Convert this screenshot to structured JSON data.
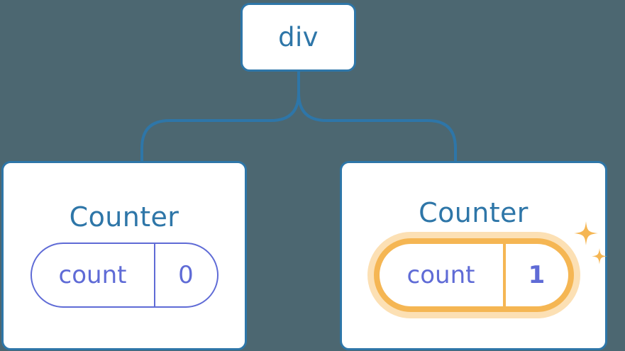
{
  "diagram": {
    "type": "component-tree",
    "background_color": "#4C6771",
    "edge_color": "#2E76A8",
    "node_border_color": "#2E76A8",
    "node_fill_color": "#FFFFFF",
    "title_color": "#2E76A8",
    "state_color": "#5F6BD6",
    "highlight_color": "#F5B653",
    "highlight_glow_color": "#FCE0B4"
  },
  "root": {
    "label": "div"
  },
  "children": [
    {
      "title": "Counter",
      "state": {
        "key": "count",
        "value": "0"
      },
      "highlighted": false,
      "sparkles": false
    },
    {
      "title": "Counter",
      "state": {
        "key": "count",
        "value": "1"
      },
      "highlighted": true,
      "sparkles": true
    }
  ]
}
